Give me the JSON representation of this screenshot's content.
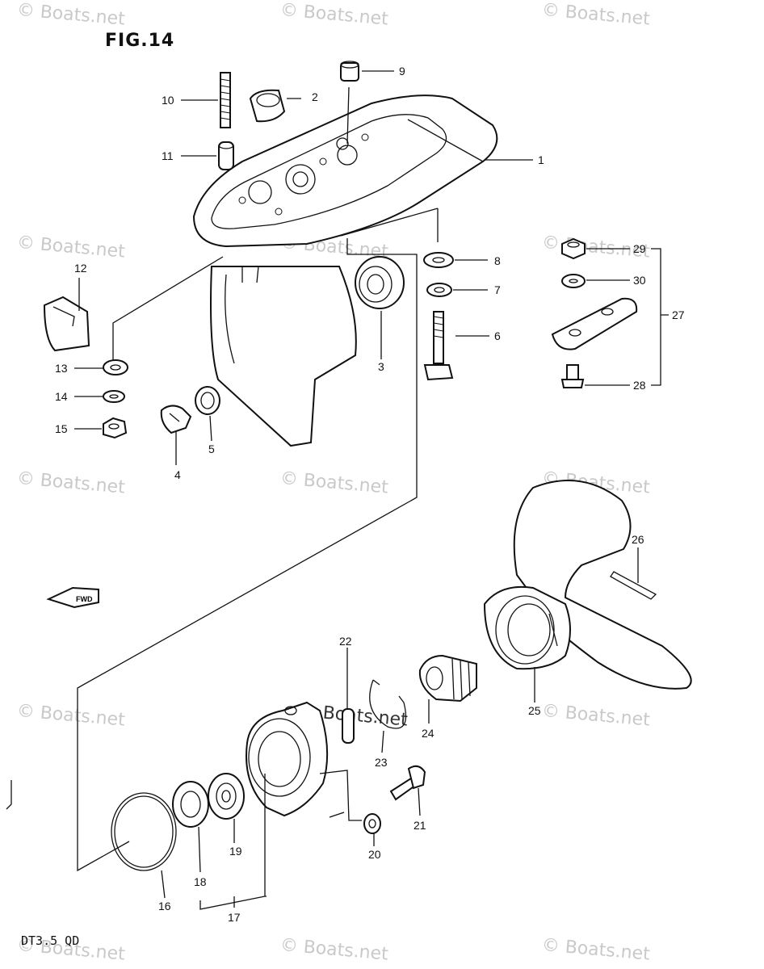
{
  "figure": {
    "title": "FIG.14",
    "model": "DT3.5 QD"
  },
  "watermark": "© Boats.net",
  "fwd_marker": "FWD",
  "callouts": {
    "c1": "1",
    "c2": "2",
    "c3": "3",
    "c4": "4",
    "c5": "5",
    "c6": "6",
    "c7": "7",
    "c8": "8",
    "c9": "9",
    "c10": "10",
    "c11": "11",
    "c12": "12",
    "c13": "13",
    "c14": "14",
    "c15": "15",
    "c16": "16",
    "c17": "17",
    "c18": "18",
    "c19": "19",
    "c20": "20",
    "c21": "21",
    "c22": "22",
    "c23": "23",
    "c24": "24",
    "c25": "25",
    "c26": "26",
    "c27": "27",
    "c28": "28",
    "c29": "29",
    "c30": "30"
  }
}
